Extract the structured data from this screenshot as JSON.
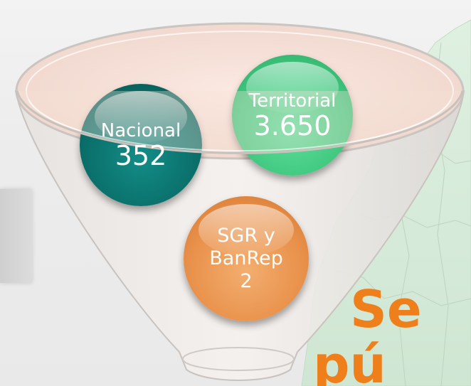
{
  "bubbles": {
    "nacional": {
      "label": "Nacional",
      "value": "352"
    },
    "territorial": {
      "label": "Territorial",
      "value": "3.650"
    },
    "sgr": {
      "line1": "SGR y",
      "line2": "BanRep",
      "line3": "2"
    }
  },
  "headline": {
    "line1": "Se",
    "line2": "pú"
  },
  "colors": {
    "nacional": "#0a6e69",
    "territorial": "#3fc77e",
    "sgr": "#e8904a",
    "headline": "#ef7f1a",
    "map_fill": "#d6ebd9"
  },
  "icons": {
    "funnel": "funnel-icon",
    "map": "colombia-map-icon"
  }
}
